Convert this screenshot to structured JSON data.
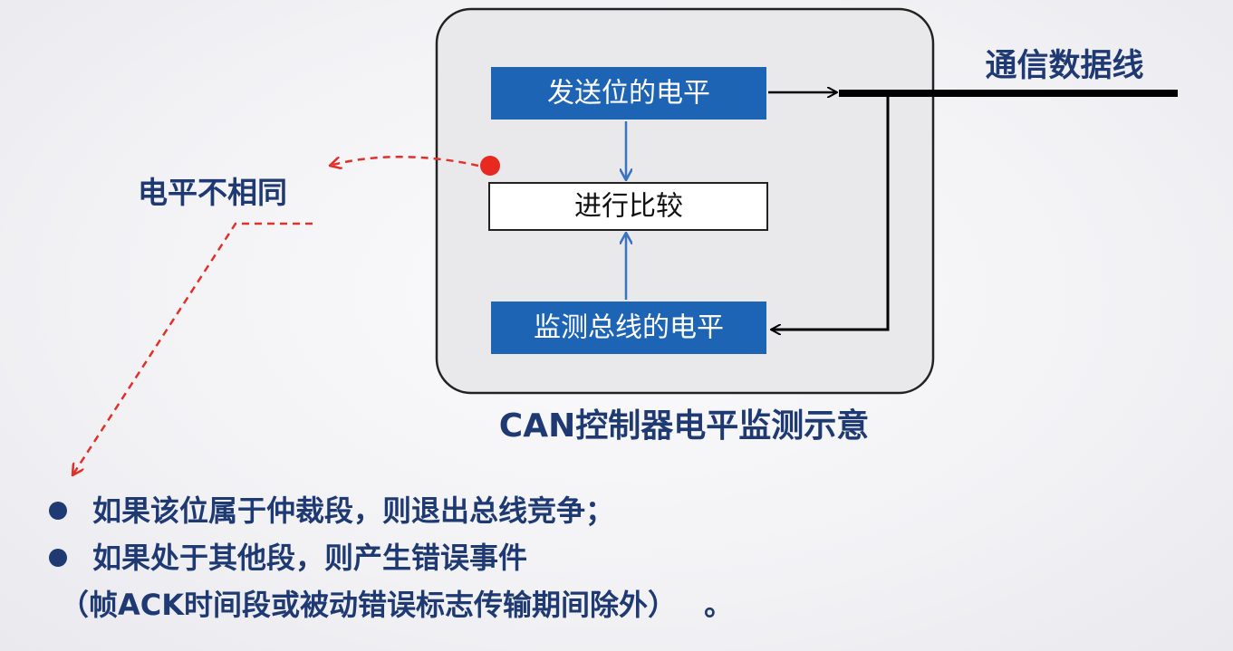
{
  "diagram": {
    "box_send": "发送位的电平",
    "box_compare": "进行比较",
    "box_monitor": "监测总线的电平",
    "bus_label": "通信数据线",
    "mismatch_label": "电平不相同",
    "caption": "CAN控制器电平监测示意"
  },
  "bullets": [
    "如果该位属于仲裁段，则退出总线竞争；",
    "如果处于其他段，则产生错误事件"
  ],
  "note": "（帧ACK时间段或被动错误标志传输期间除外）",
  "note_end": "。",
  "colors": {
    "box_blue": "#1e64b4",
    "text_navy": "#1f3a73",
    "arrow_blue": "#3a73c0",
    "dashed_red": "#e0302a",
    "panel_bg": "#e9e9ec"
  }
}
